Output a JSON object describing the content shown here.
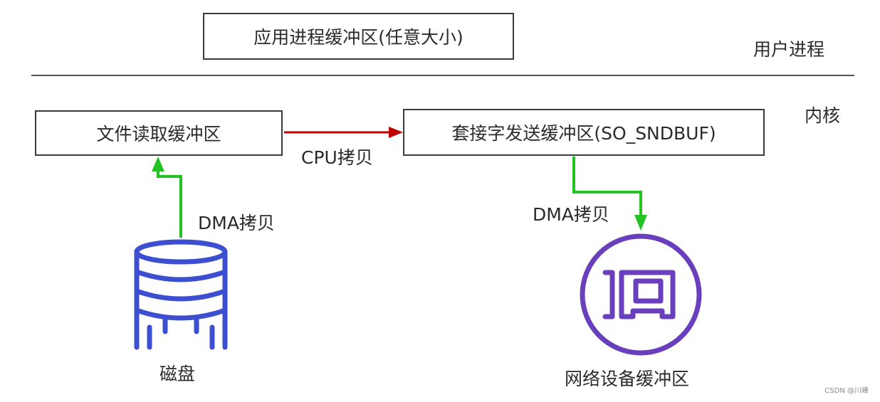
{
  "user_space": {
    "buffer_label": "应用进程缓冲区(任意大小)",
    "region_label": "用户进程"
  },
  "kernel_space": {
    "region_label": "内核",
    "file_buffer_label": "文件读取缓冲区",
    "socket_buffer_label": "套接字发送缓冲区(SO_SNDBUF)"
  },
  "arrows": {
    "cpu_copy_label": "CPU拷贝",
    "dma_copy_disk_label": "DMA拷贝",
    "dma_copy_nic_label": "DMA拷贝"
  },
  "devices": {
    "disk_label": "磁盘",
    "nic_buffer_label": "网络设备缓冲区"
  },
  "watermark": "CSDN @川峰",
  "colors": {
    "cpu_arrow": "#c00000",
    "dma_arrow": "#22c322",
    "disk_icon": "#3b4fd0",
    "nic_icon": "#6a3fbd"
  },
  "icons": {
    "disk": "database-icon",
    "nic": "network-card-icon"
  }
}
